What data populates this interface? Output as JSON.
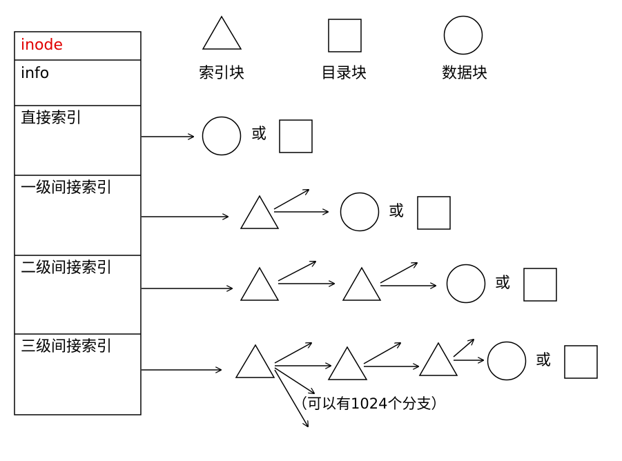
{
  "legend": {
    "index_block": "索引块",
    "directory_block": "目录块",
    "data_block": "数据块"
  },
  "inode_table": {
    "rows": [
      {
        "label": "inode",
        "color": "#e00000"
      },
      {
        "label": "info",
        "color": "#000000"
      },
      {
        "label": "直接索引",
        "color": "#000000"
      },
      {
        "label": "一级间接索引",
        "color": "#000000"
      },
      {
        "label": "二级间接索引",
        "color": "#000000"
      },
      {
        "label": "三级间接索引",
        "color": "#000000"
      }
    ]
  },
  "or_text": "或",
  "branch_note": "（可以有1024个分支）"
}
